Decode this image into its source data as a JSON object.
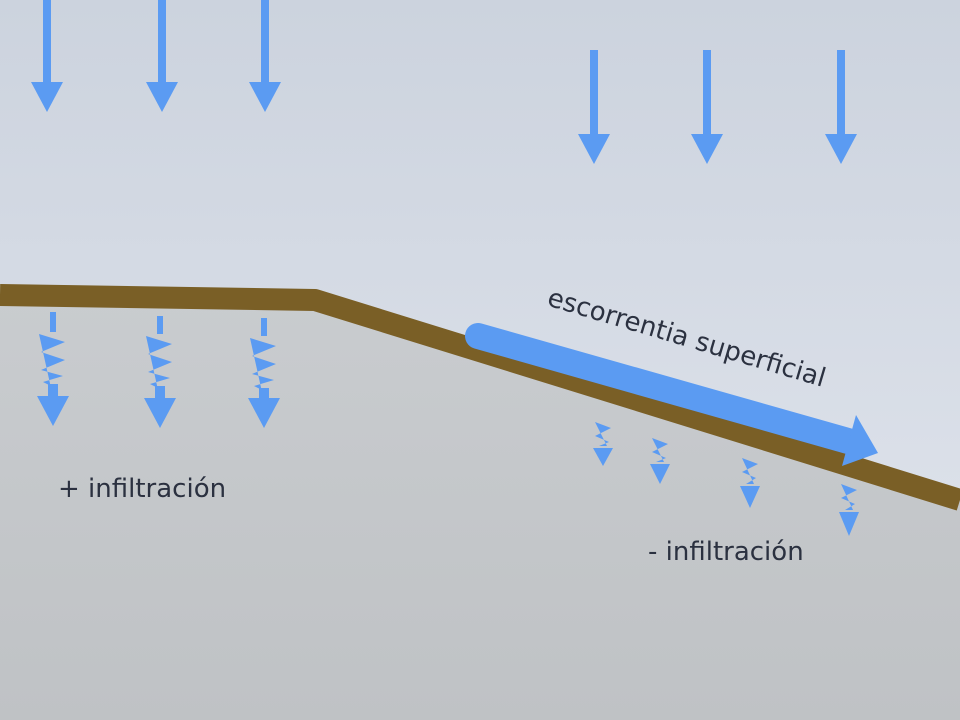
{
  "labels": {
    "runoff": "escorrentia superficial",
    "infiltration_more": "+ infiltración",
    "infiltration_less": "- infiltración"
  },
  "colors": {
    "sky_top": "#ccd3de",
    "sky_bottom": "#e2e6ee",
    "ground_top": "#c9cccf",
    "ground_bottom": "#bfc2c5",
    "soil_line": "#7a5f26",
    "water": "#5b9bf2",
    "text": "#2b3140"
  }
}
